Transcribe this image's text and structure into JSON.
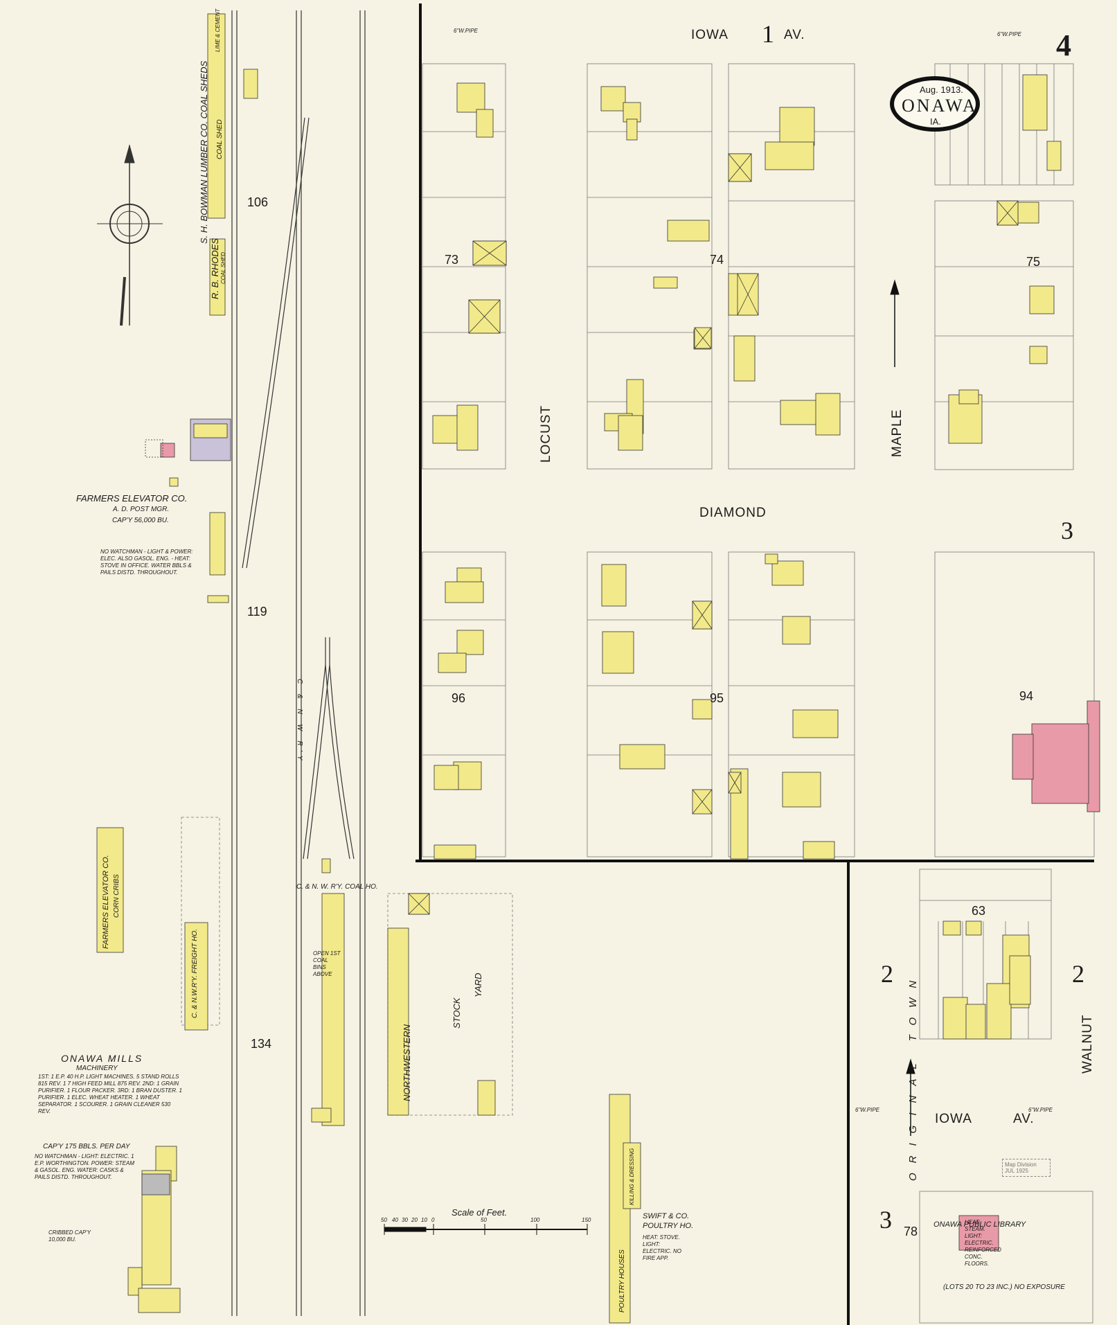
{
  "sheet_number": "4",
  "title": {
    "date": "Aug. 1913.",
    "town": "ONAWA",
    "state": "IA."
  },
  "streets": {
    "iowa_1_av": {
      "left": "IOWA",
      "num": "1",
      "right": "AV."
    },
    "iowa_av": "IOWA",
    "iowa_av_suffix": "AV.",
    "diamond": "DIAMOND",
    "locust": "LOCUST",
    "maple": "MAPLE",
    "walnut": "WALNUT",
    "railway": "C & N W R'Y",
    "water_pipe": "6\"W.PIPE"
  },
  "block_numbers": {
    "b73": "73",
    "b74": "74",
    "b75": "75",
    "b96": "96",
    "b95": "95",
    "b94": "94",
    "b63": "63",
    "b78": "78",
    "b106": "106",
    "b119": "119",
    "b134": "134"
  },
  "sheet_refs": {
    "r3": "3",
    "r2a": "2",
    "r2b": "2",
    "r3b": "3"
  },
  "features": {
    "lumber_co": "S. H. BOWMAN LUMBER CO. COAL SHEDS",
    "coal_shed": "COAL SHED",
    "lime_cement": "LIME & CEMENT",
    "rhodes": "R. B. RHODES",
    "rhodes_sub": "COAL SHED",
    "farmers_elevator": "FARMERS ELEVATOR CO.",
    "farmers_mgr": "A. D. POST MGR.",
    "farmers_cap": "CAP'Y 56,000 BU.",
    "farmers_note": "NO WATCHMAN - LIGHT & POWER: ELEC. ALSO GASOL. ENG. - HEAT: STOVE IN OFFICE. WATER BBLS & PAILS DISTD. THROUGHOUT.",
    "corn_cribs_title": "FARMERS ELEVATOR CO.",
    "corn_cribs": "CORN CRIBS",
    "freight_ho": "C. & N.W.R'Y. FREIGHT HO.",
    "coal_ho": "C. & N. W. R'Y. COAL HO.",
    "coal_bins": "OPEN 1ST COAL BINS ABOVE",
    "stock_yard_1": "NORTHWESTERN",
    "stock_yard_2": "STOCK",
    "stock_yard_3": "YARD",
    "onawa_mills": "ONAWA MILLS",
    "machinery": "MACHINERY",
    "mills_note": "1ST: 1 E.P. 40 H.P. LIGHT MACHINES. 5 STAND ROLLS 815 REV. 1 7 HIGH FEED MILL 875 REV. 2ND: 1 GRAIN PURIFIER. 1 FLOUR PACKER. 3RD: 1 BRAN DUSTER. 1 PURIFIER. 1 ELEC. WHEAT HEATER. 1 WHEAT SEPARATOR. 1 SCOURER. 1 GRAIN CLEANER 530 REV.",
    "mills_cap": "CAP'Y 175 BBLS. PER DAY",
    "mills_note2": "NO WATCHMAN - LIGHT: ELECTRIC. 1 E.P. WORTHINGTON. POWER: STEAM & GASOL. ENG. WATER: CASKS & PAILS DISTD. THROUGHOUT.",
    "mills_crib": "CRIBBED CAP'Y 10,000 BU.",
    "swift": "SWIFT & CO.",
    "swift_sub": "POULTRY HO.",
    "swift_note": "HEAT: STOVE. LIGHT: ELECTRIC. NO FIRE APP.",
    "poultry_houses": "POULTRY HOUSES",
    "killing": "KILLING & DRESSING",
    "library": "ONAWA PUBLIC LIBRARY",
    "library_note": "HEAT: STEAM. LIGHT: ELECTRIC. REINFORCED CONC. FLOORS.",
    "library_lots": "(LOTS 20 TO 23 INC.) NO EXPOSURE",
    "stamp": "Map Division JUL 1925",
    "original_town": "ORIGINAL TOWN",
    "scale_title": "Scale of Feet.",
    "scale_ticks": [
      "50",
      "40",
      "30",
      "20",
      "10",
      "0",
      "50",
      "100",
      "150"
    ]
  },
  "colors": {
    "paper": "#f6f3e4",
    "frame": "#2a2a2a",
    "frame_building": "#f2e98a",
    "brick_building": "#e89aa8",
    "ink": "#1b1b1b"
  }
}
